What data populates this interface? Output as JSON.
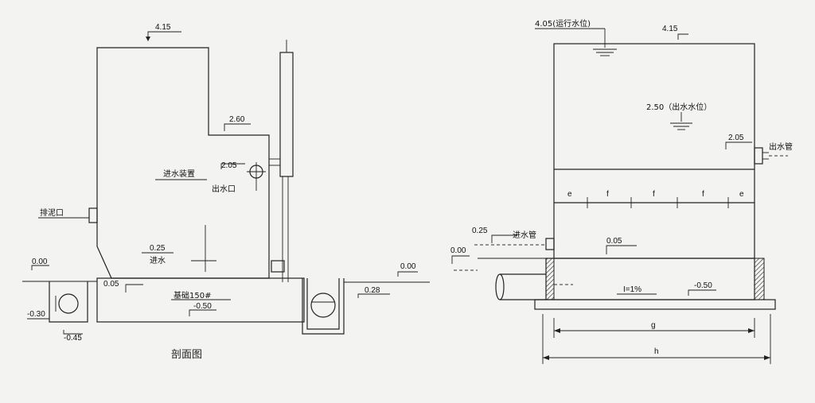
{
  "section_view": {
    "caption": "剖面图",
    "top_level": "4.15",
    "step_level": "2.60",
    "outlet_level": "2.05",
    "inlet_device": "进水装置",
    "outlet": "出水口",
    "sludge_outlet": "排泥口",
    "inlet_level": "0.25",
    "inlet": "进水",
    "ground_left": "0.00",
    "ground_right": "0.00",
    "foundation": "基础150#",
    "foundation_level": "-0.50",
    "base_level": "0.05",
    "pit_level_1": "-0.30",
    "pit_level_2": "-0.45",
    "pipe_level": "0.28"
  },
  "elevation_view": {
    "operating_level": "4.05(运行水位)",
    "top_level": "4.15",
    "outflow_level": "2.50（出水水位）",
    "outlet_pipe_level": "2.05",
    "outlet_pipe": "出水管",
    "segments": [
      "e",
      "f",
      "f",
      "f",
      "e"
    ],
    "inlet_pipe_level": "0.25",
    "inlet_pipe": "进水管",
    "base_level": "0.05",
    "ground_level": "0.00",
    "slope": "I=1%",
    "bottom_level": "-0.50",
    "dim_g": "g",
    "dim_h": "h"
  }
}
